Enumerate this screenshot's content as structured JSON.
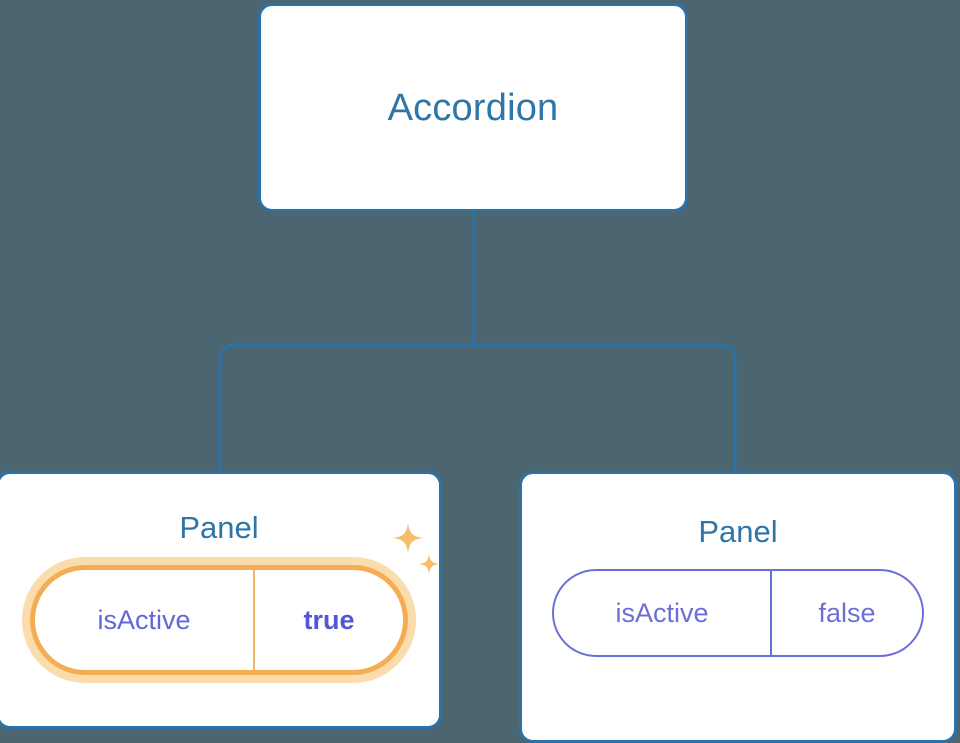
{
  "diagram": {
    "type": "component-tree",
    "background_color": "#4b6670",
    "connector_color": "#2b72a8",
    "accent_color": "#2f76a8",
    "prop_color": "#6c6fd8",
    "highlight_color": "#f5ad53",
    "highlight_glow_color": "#fbdcad"
  },
  "root": {
    "title": "Accordion"
  },
  "panels": [
    {
      "title": "Panel",
      "prop": {
        "key": "isActive",
        "value": "true"
      },
      "highlighted": true,
      "sparkle_icons": [
        "sparkle-large-icon",
        "sparkle-small-icon"
      ]
    },
    {
      "title": "Panel",
      "prop": {
        "key": "isActive",
        "value": "false"
      },
      "highlighted": false
    }
  ]
}
